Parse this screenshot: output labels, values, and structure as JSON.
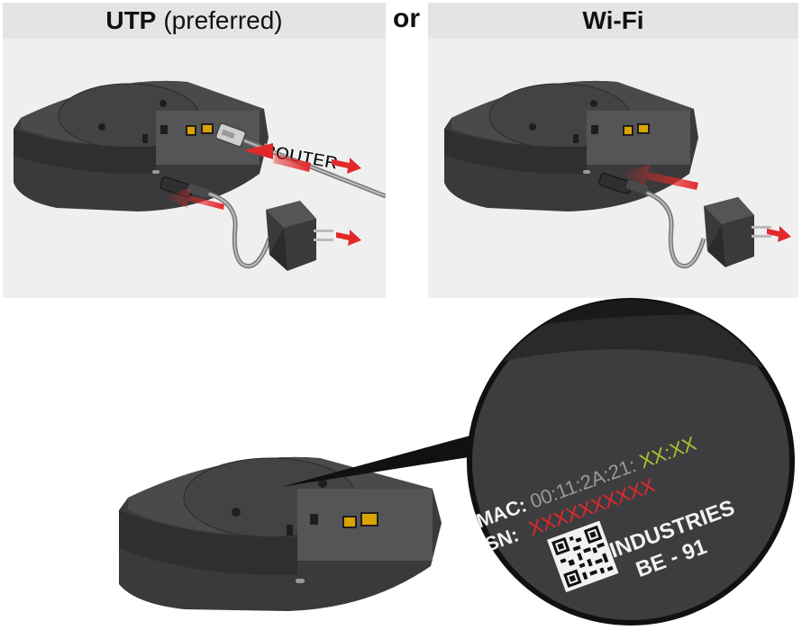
{
  "panels": {
    "utp": {
      "title": "UTP",
      "subtitle": "(preferred)"
    },
    "or_label": "or",
    "wifi": {
      "title": "Wi-Fi"
    }
  },
  "labels": {
    "router": "ROUTER"
  },
  "device_label": {
    "mac_prefix": "MAC:",
    "mac_fixed": "00:11:2A:21:",
    "mac_variable": "XX:XX",
    "sn_prefix": "SN:",
    "sn_value": "XXXXXXXXXX",
    "company": "INDUSTRIES",
    "company_line2": "BE - 91"
  },
  "colors": {
    "device_dark": "#3a3a3c",
    "device_mid": "#4a4a4d",
    "device_light": "#5c5c60",
    "arrow_red": "#e3282a",
    "mac_green": "#a6c431",
    "sn_red": "#e3282a",
    "ethernet_port": "#d9a400",
    "panel_bg": "#efefef",
    "panel_head": "#e4e4e4"
  },
  "icons": [
    "arrow-icon",
    "power-adapter-icon",
    "ethernet-plug-icon",
    "usb-c-plug-icon",
    "qr-code-icon",
    "magnifier-icon"
  ]
}
